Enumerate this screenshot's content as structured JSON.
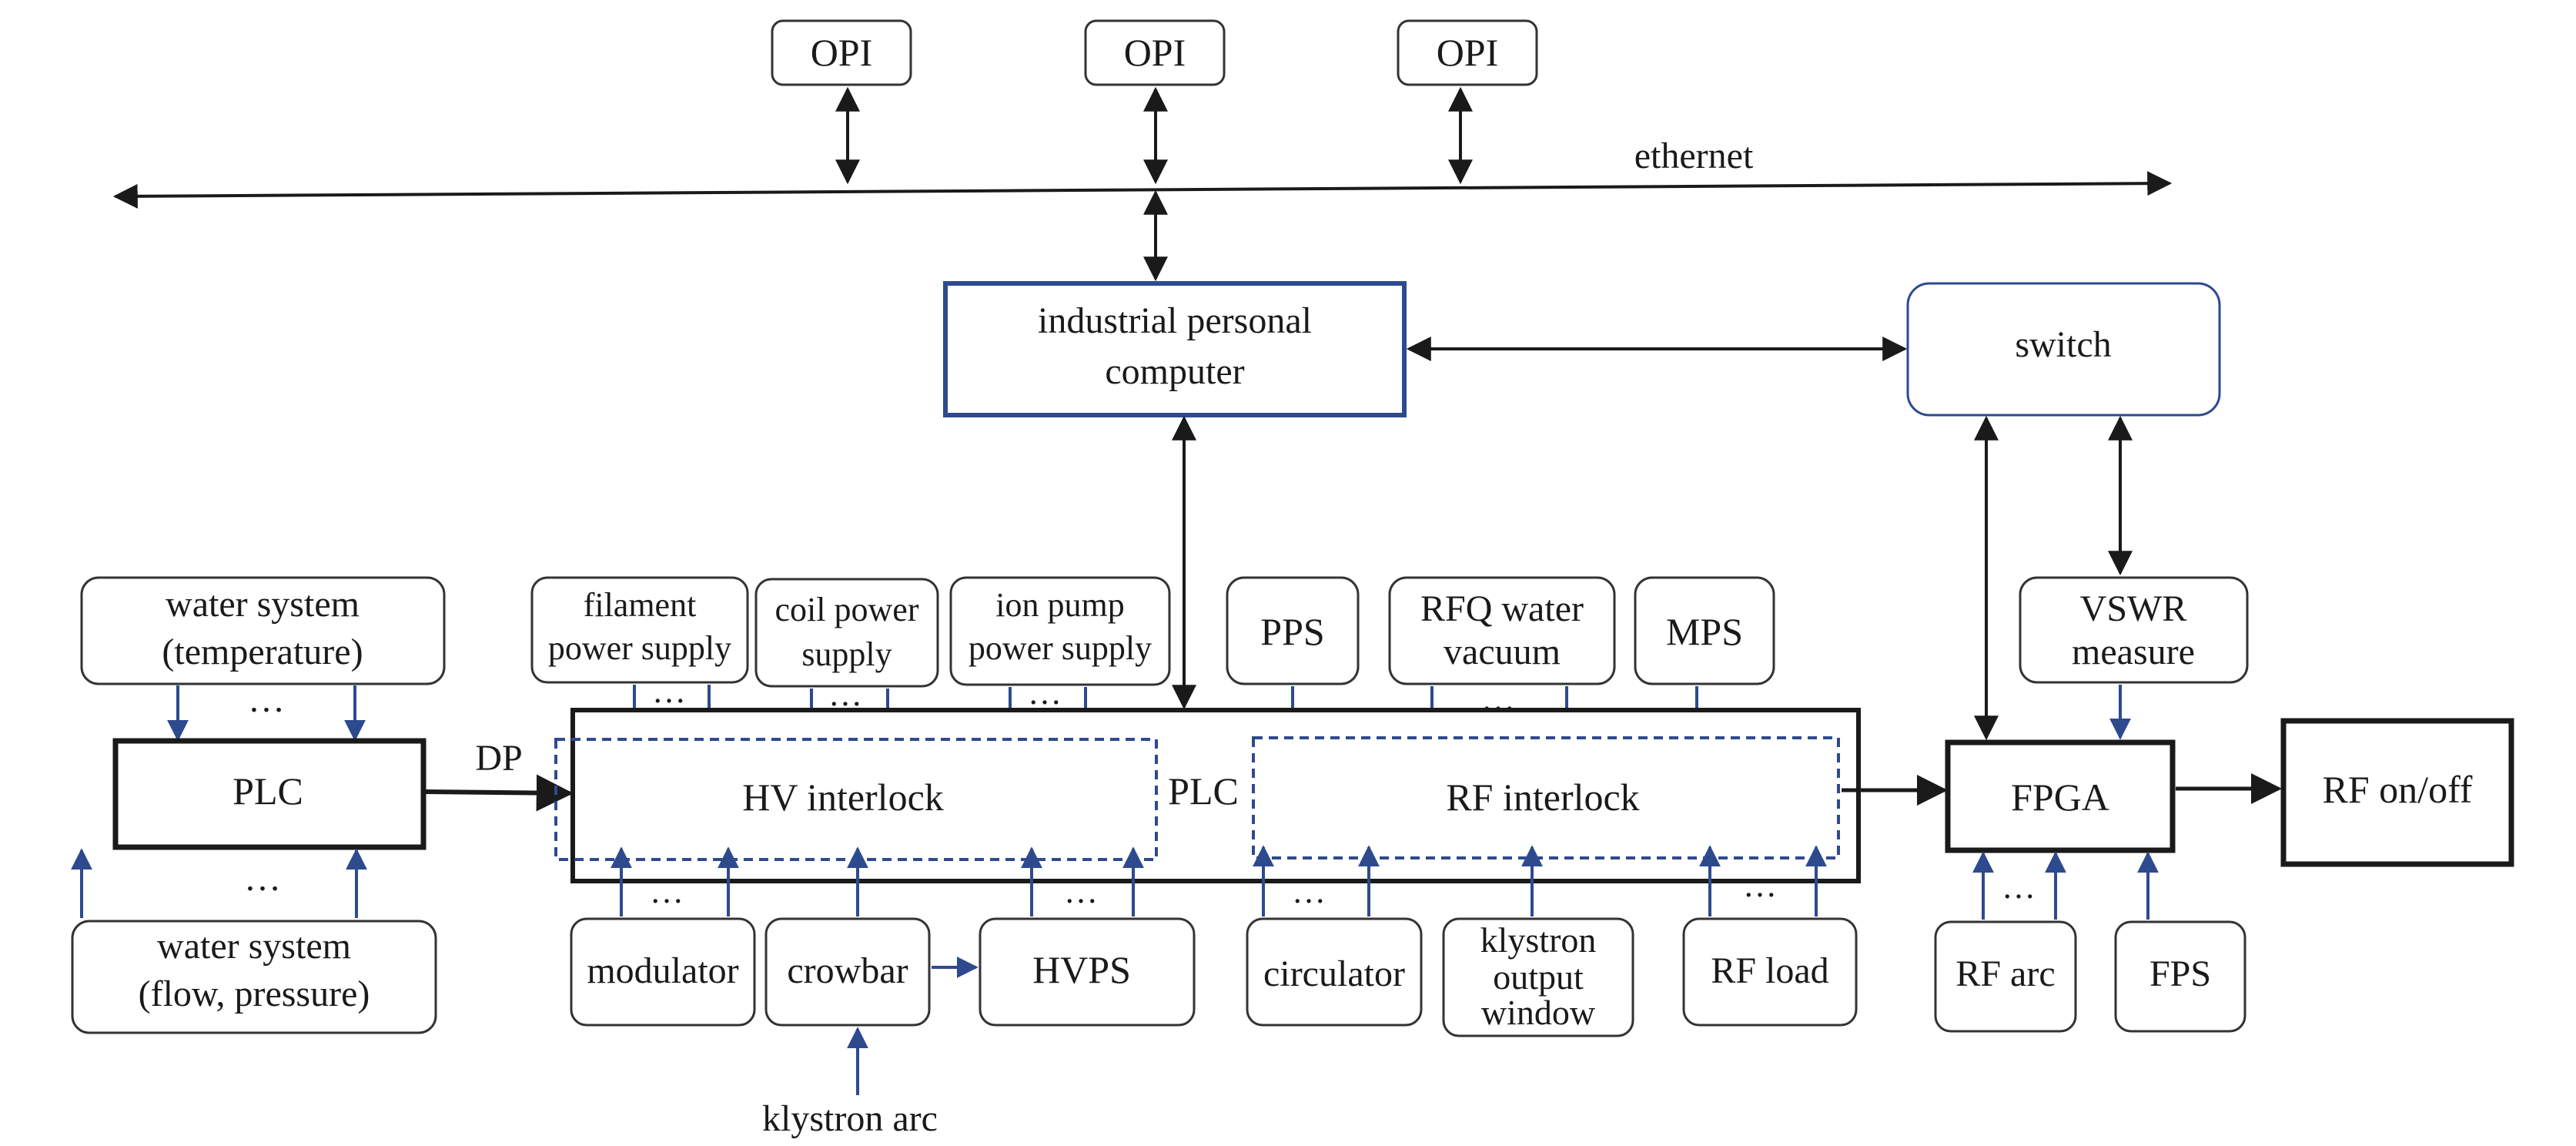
{
  "labels": {
    "opi": "OPI",
    "ethernet": "ethernet",
    "ipc_line1": "industrial personal",
    "ipc_line2": "computer",
    "switch": "switch",
    "water_temp_line1": "water system",
    "water_temp_line2": "(temperature)",
    "plc_left": "PLC",
    "dp": "DP",
    "water_flow_line1": "water system",
    "water_flow_line2": "(flow, pressure)",
    "filament_line1": "filament",
    "filament_line2": "power supply",
    "coil_line1": "coil power",
    "coil_line2": "supply",
    "ionpump_line1": "ion pump",
    "ionpump_line2": "power supply",
    "pps": "PPS",
    "rfq_line1": "RFQ water",
    "rfq_line2": "vacuum",
    "mps": "MPS",
    "vswr_line1": "VSWR",
    "vswr_line2": "measure",
    "hv_interlock": "HV interlock",
    "plc_center": "PLC",
    "rf_interlock": "RF interlock",
    "fpga": "FPGA",
    "rf_onoff": "RF on/off",
    "modulator": "modulator",
    "crowbar": "crowbar",
    "hvps": "HVPS",
    "klystron_arc": "klystron arc",
    "circulator": "circulator",
    "klystron_out_line1": "klystron",
    "klystron_out_line2": "output",
    "klystron_out_line3": "window",
    "rf_load": "RF load",
    "rf_arc": "RF arc",
    "fps": "FPS",
    "ellipsis": "…"
  },
  "colors": {
    "black": "#1a1a1a",
    "blue": "#2e4a8f",
    "box_stroke": "#333333"
  }
}
